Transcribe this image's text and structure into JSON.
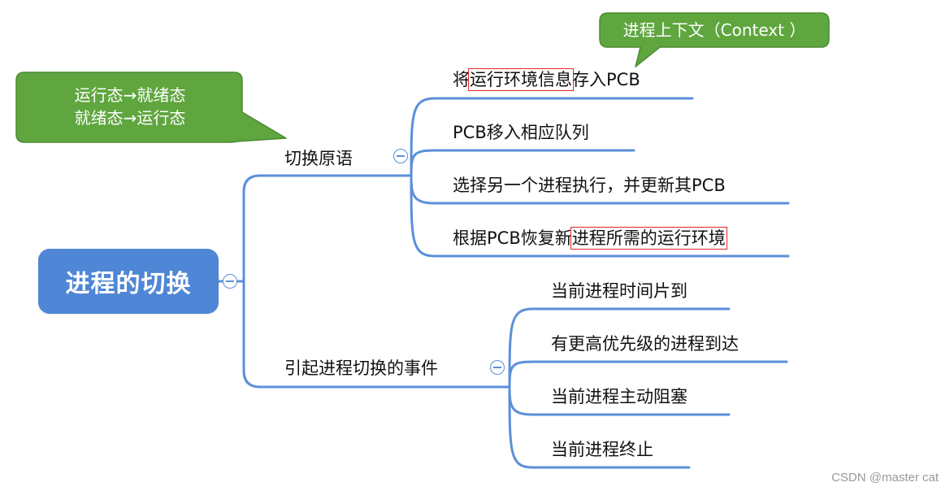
{
  "mindmap": {
    "root": "进程的切换",
    "branches": [
      {
        "label": "切换原语",
        "children": [
          {
            "pre": "将",
            "highlight": "运行环境信息",
            "post": "存入PCB"
          },
          {
            "pre": "PCB移入相应队列",
            "highlight": "",
            "post": ""
          },
          {
            "pre": "选择另一个进程执行，并更新其PCB",
            "highlight": "",
            "post": ""
          },
          {
            "pre": "根据PCB恢复新",
            "highlight": "进程所需的运行环境",
            "post": ""
          }
        ]
      },
      {
        "label": "引起进程切换的事件",
        "children": [
          {
            "text": "当前进程时间片到"
          },
          {
            "text": "有更高优先级的进程到达"
          },
          {
            "text": "当前进程主动阻塞"
          },
          {
            "text": "当前进程终止"
          }
        ]
      }
    ]
  },
  "callouts": {
    "states": {
      "line1": "运行态→就绪态",
      "line2": "就绪态→运行态"
    },
    "context": {
      "text": "进程上下文（Context ）"
    }
  },
  "watermark": "CSDN @master cat",
  "colors": {
    "branch_line": "#5b8fd9",
    "root_fill": "#4f86d6",
    "callout_fill": "#5fa63f",
    "callout_stroke": "#4d8a33",
    "highlight_box": "#e0262a"
  }
}
